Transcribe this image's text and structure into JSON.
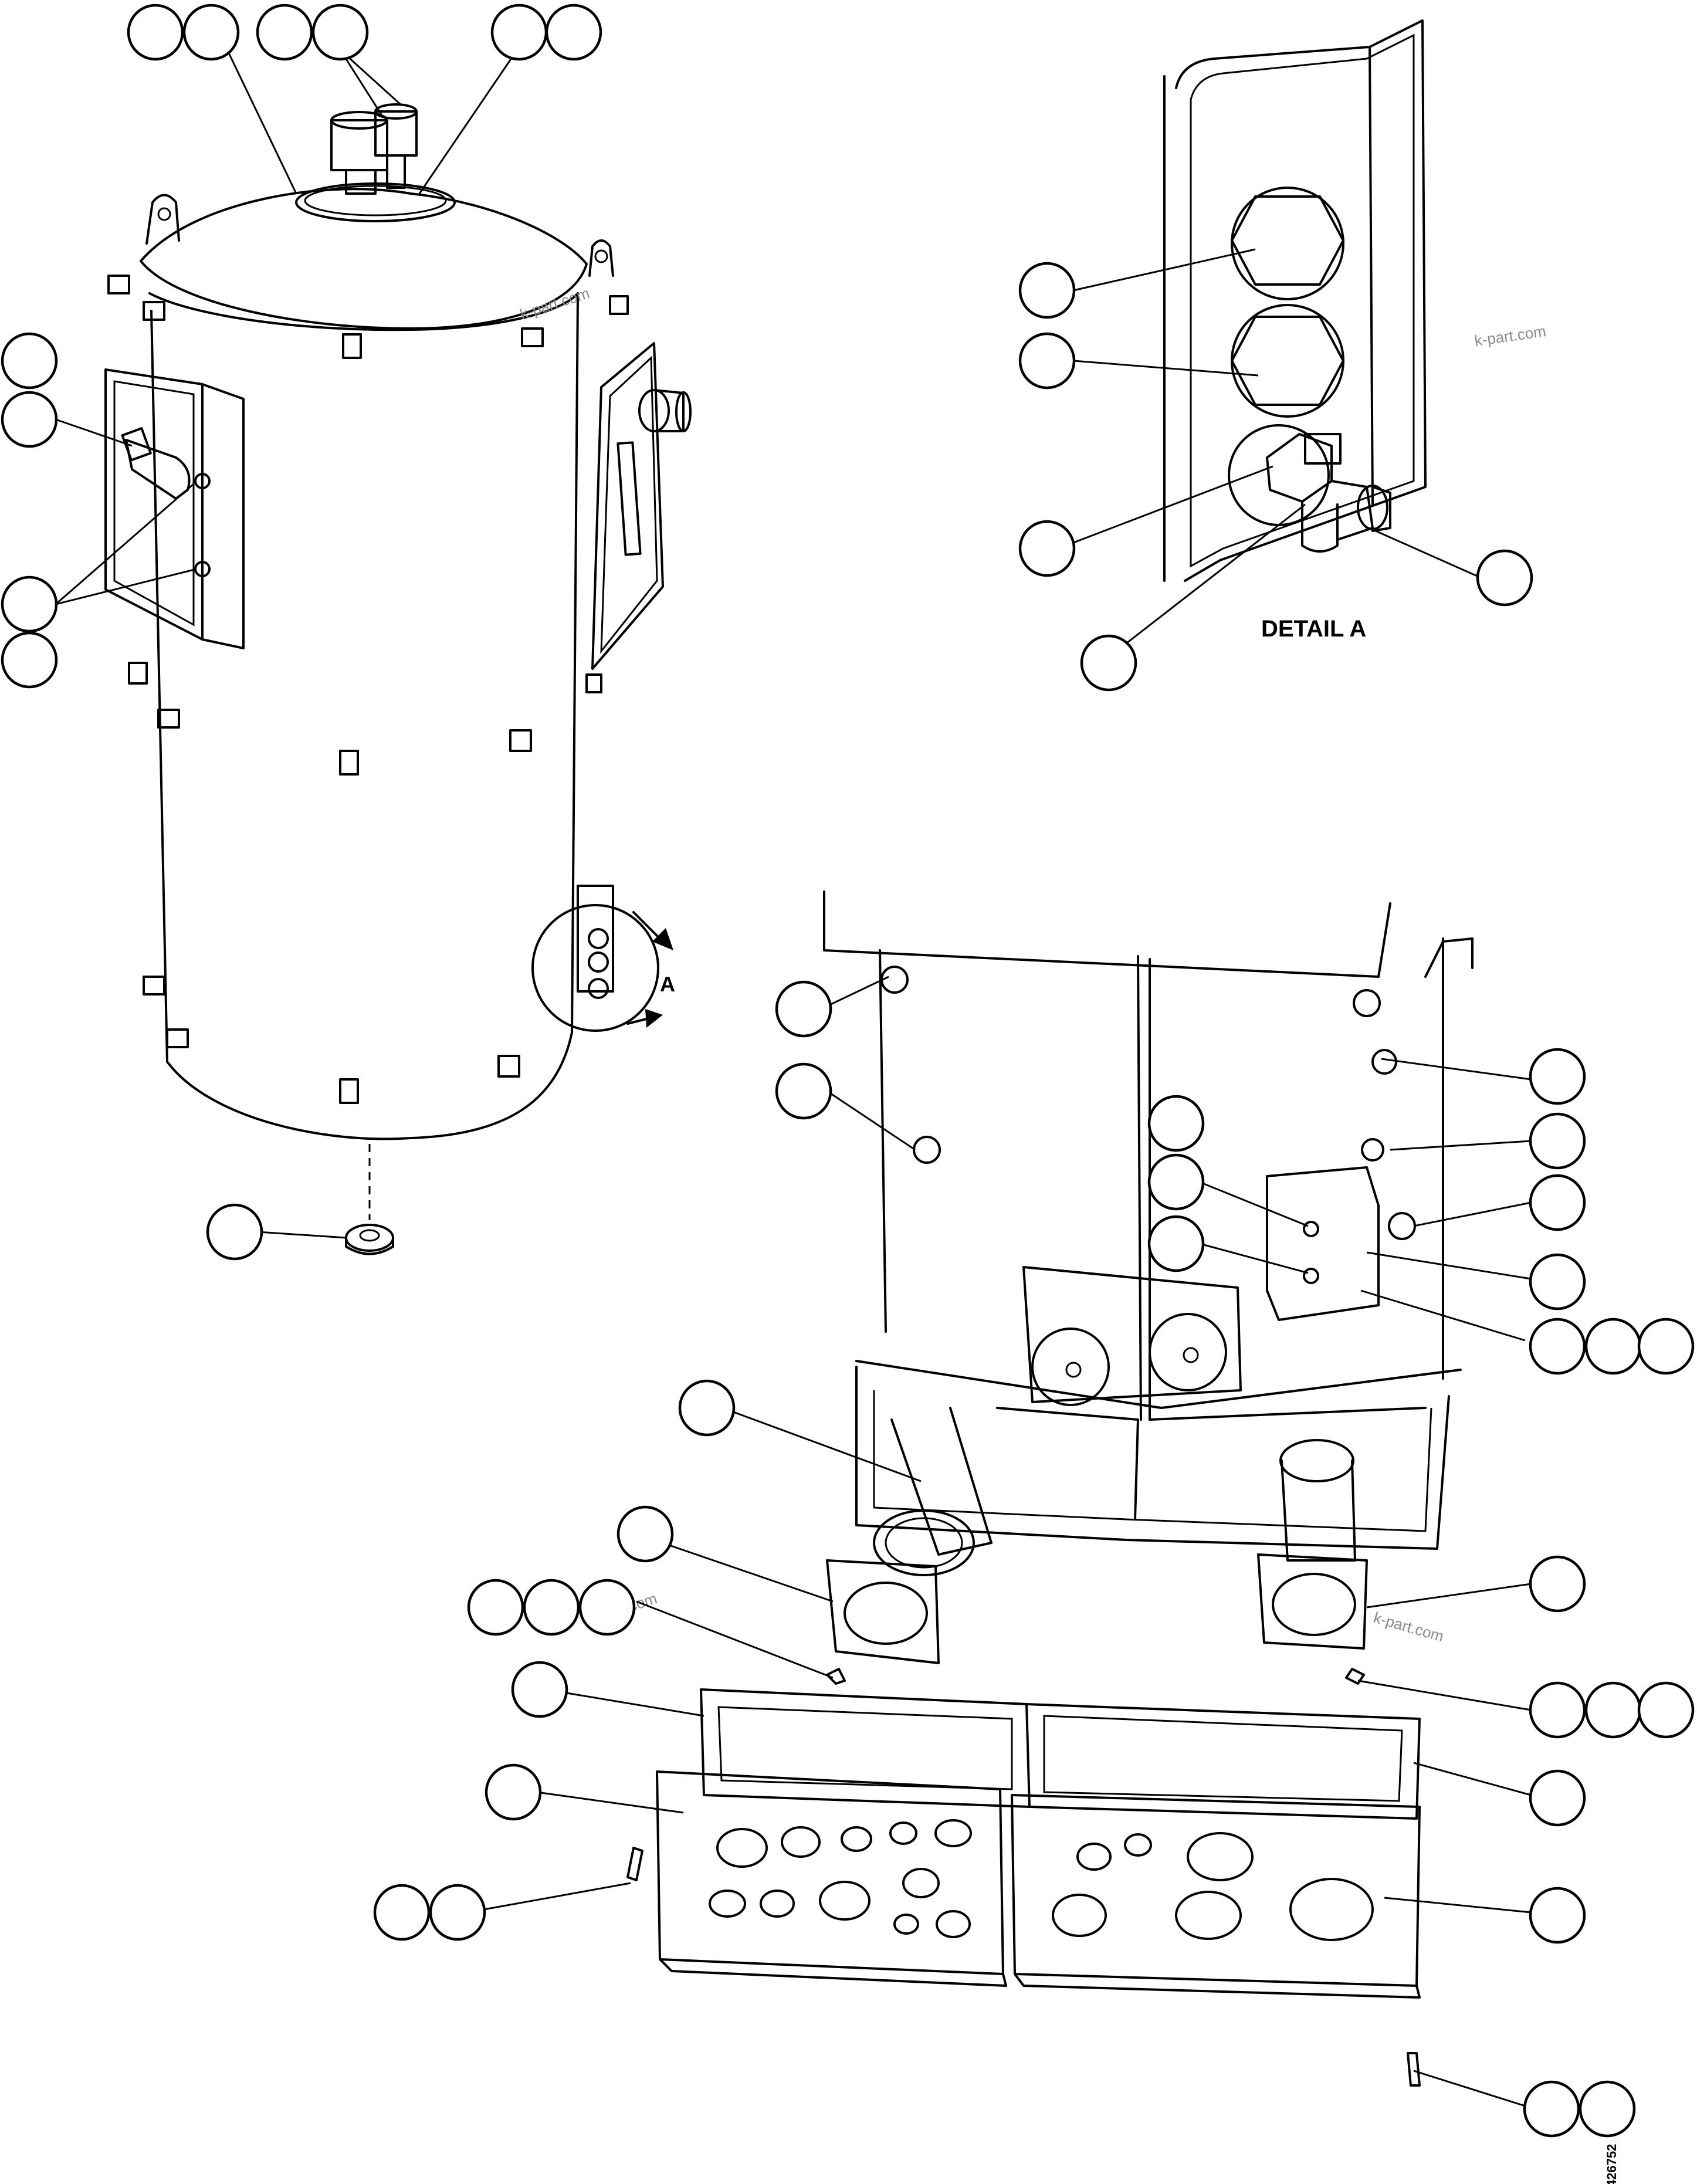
{
  "labels": {
    "detail_title": "DETAIL A",
    "detail_arrow": "A",
    "drawing_number": "426752"
  },
  "watermark": "k-part.com",
  "colors": {
    "line": "#000000",
    "background": "#ffffff",
    "watermark": "#8a8a8a"
  }
}
